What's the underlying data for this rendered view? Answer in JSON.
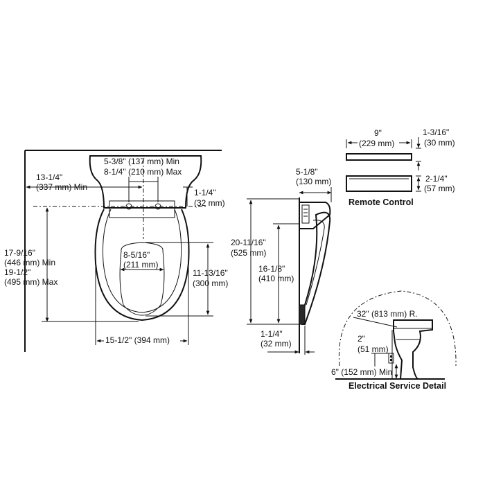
{
  "front_view": {
    "d_13_1_4": "13-1/4\"",
    "d_337_min": "(337 mm) Min",
    "d_5_3_8": "5-3/8\" (137 mm) Min",
    "d_8_1_4": "8-1/4\" (210 mm) Max",
    "d_1_1_4_top": "1-1/4\"",
    "d_32_top": "(32 mm)",
    "d_17_9_16": "17-9/16\"",
    "d_446_min": "(446 mm) Min",
    "d_19_1_2": "19-1/2\"",
    "d_495_max": "(495 mm) Max",
    "d_8_5_16": "8-5/16\"",
    "d_211": "(211 mm)",
    "d_11_13_16": "11-13/16\"",
    "d_300": "(300 mm)",
    "d_15_1_2": "15-1/2\" (394 mm)"
  },
  "side_view": {
    "d_5_1_8": "5-1/8\"",
    "d_130": "(130 mm)",
    "d_20_11_16": "20-11/16\"",
    "d_525": "(525 mm)",
    "d_16_1_8": "16-1/8\"",
    "d_410": "(410 mm)",
    "d_1_1_4": "1-1/4\"",
    "d_32": "(32 mm)"
  },
  "remote": {
    "d_9": "9\"",
    "d_229": "(229 mm)",
    "d_1_3_16": "1-3/16\"",
    "d_30": "(30 mm)",
    "d_2_1_4": "2-1/4\"",
    "d_57": "(57 mm)",
    "title": "Remote Control"
  },
  "electrical": {
    "d_32_radius": "32\" (813 mm) R.",
    "d_2": "2\"",
    "d_51": "(51 mm)",
    "d_6_min": "6\" (152 mm) Min",
    "title": "Electrical Service Detail"
  }
}
